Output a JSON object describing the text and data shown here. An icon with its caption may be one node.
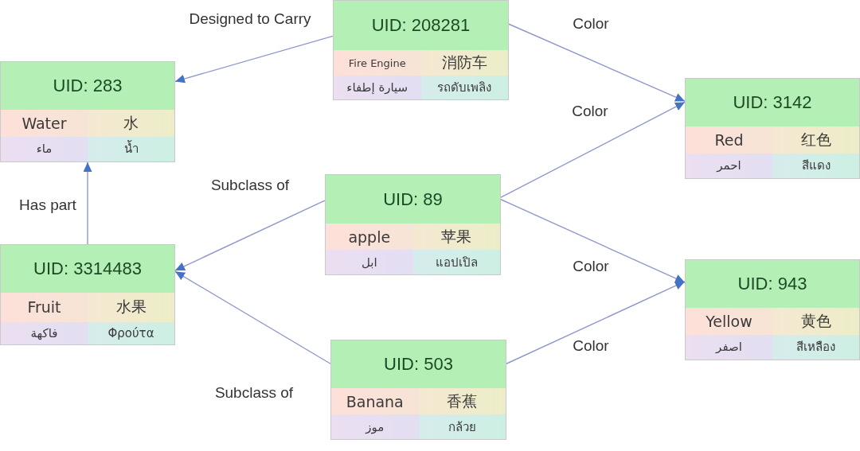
{
  "diagram": {
    "nodes": [
      {
        "text": [
          "UID: 208281",
          "Fire Engine",
          "消防车",
          "سيارة إطفاء",
          "รถดับเพลิง"
        ]
      },
      {
        "text": [
          "UID: 283",
          "Water",
          "水",
          "ماء",
          "น้ำ"
        ]
      },
      {
        "text": [
          "UID: 3142",
          "Red",
          "红色",
          "احمر",
          "สีแดง"
        ]
      },
      {
        "text": [
          "UID: 89",
          "apple",
          "苹果",
          "ابل",
          "แอปเปิล"
        ]
      },
      {
        "text": [
          "UID: 3314483",
          "Fruit",
          "水果",
          "فاكهة",
          "Φρούτα"
        ]
      },
      {
        "text": [
          "UID: 943",
          "Yellow",
          "黄色",
          "اصفر",
          "สีเหลือง"
        ]
      },
      {
        "text": [
          "UID: 503",
          "Banana",
          "香蕉",
          "موز",
          "กล้วย"
        ]
      }
    ],
    "edges": [
      {
        "from": 0,
        "to": 1,
        "arrow": "to",
        "label": "Designed to Carry"
      },
      {
        "from": 0,
        "to": 2,
        "arrow": "to",
        "label": "Color"
      },
      {
        "from": 3,
        "to": 2,
        "arrow": "to",
        "label": "Color"
      },
      {
        "from": 3,
        "to": 5,
        "arrow": "to",
        "label": "Color"
      },
      {
        "from": 6,
        "to": 5,
        "arrow": "to",
        "label": "Color"
      },
      {
        "from": 3,
        "to": 4,
        "arrow": "to",
        "label": "Subclass of"
      },
      {
        "from": 6,
        "to": 4,
        "arrow": "to",
        "label": "Subclass of"
      },
      {
        "from": 4,
        "to": 1,
        "arrow": "to",
        "label": "Has part"
      }
    ]
  }
}
